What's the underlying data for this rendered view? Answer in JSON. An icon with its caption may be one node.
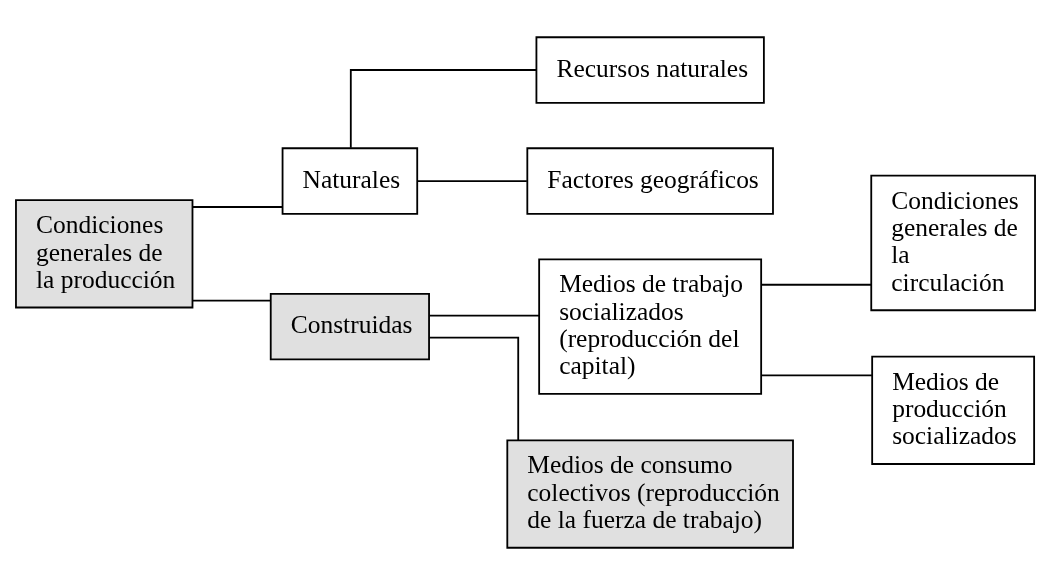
{
  "diagram": {
    "nodes": [
      {
        "text": [
          "Condiciones generales de la producción"
        ]
      },
      {
        "text": [
          "Naturales"
        ]
      },
      {
        "text": [
          "Recursos naturales"
        ]
      },
      {
        "text": [
          "Factores geográficos"
        ]
      },
      {
        "text": [
          "Construidas"
        ]
      },
      {
        "text": [
          "Medios de trabajo socializados (reproducción del capital)"
        ]
      },
      {
        "text": [
          "Medios de consumo colectivos (reproducción de la fuerza de trabajo)"
        ]
      },
      {
        "text": [
          "Condiciones generales de la circulación"
        ]
      },
      {
        "text": [
          "Medios de producción socializados"
        ]
      }
    ],
    "edges": [
      {
        "from": 0,
        "to": 1,
        "arrow": "none"
      },
      {
        "from": 0,
        "to": 4,
        "arrow": "none"
      },
      {
        "from": 1,
        "to": 2,
        "arrow": "none"
      },
      {
        "from": 1,
        "to": 3,
        "arrow": "none"
      },
      {
        "from": 4,
        "to": 5,
        "arrow": "none"
      },
      {
        "from": 4,
        "to": 6,
        "arrow": "none"
      },
      {
        "from": 5,
        "to": 7,
        "arrow": "none"
      },
      {
        "from": 5,
        "to": 8,
        "arrow": "none"
      }
    ]
  }
}
